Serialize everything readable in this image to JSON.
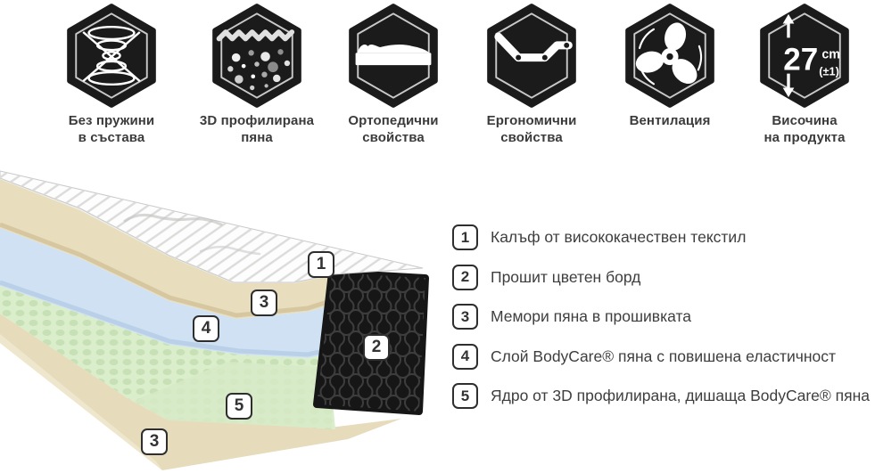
{
  "features": [
    {
      "name": "no-springs",
      "label": "Без пружини\nв състава"
    },
    {
      "name": "3d-foam",
      "label": "3D профилирана\nпяна"
    },
    {
      "name": "orthopedic",
      "label": "Ортопедични\nсвойства"
    },
    {
      "name": "ergonomic",
      "label": "Ергономични\nсвойства"
    },
    {
      "name": "ventilation",
      "label": "Вентилация"
    },
    {
      "name": "height",
      "label": "Височина\nна продукта",
      "value": "27",
      "unit": "cm",
      "tolerance": "(±1)"
    }
  ],
  "callouts": [
    "1",
    "3",
    "4",
    "2",
    "5",
    "3"
  ],
  "legend": [
    {
      "num": "1",
      "text": "Калъф от висококачествен текстил"
    },
    {
      "num": "2",
      "text": "Прошит цветен борд"
    },
    {
      "num": "3",
      "text": "Мемори пяна в прошивката"
    },
    {
      "num": "4",
      "text": "Слой BodyCare® пяна с повишена еластичност"
    },
    {
      "num": "5",
      "text": "Ядро от 3D профилирана, дишаща BodyCare® пяна"
    }
  ],
  "colors": {
    "icon_bg": "#1b1b1b",
    "icon_line": "#ffffff",
    "layer_cover_white": "#fdfdfd",
    "layer_memory_beige": "#e8ddbd",
    "layer_bodycare_blue": "#cfe1f2",
    "layer_core_green": "#daeecb",
    "layer_border_black": "#161616",
    "layer_base_beige": "#e6dbbb",
    "text": "#3b3b3b"
  }
}
